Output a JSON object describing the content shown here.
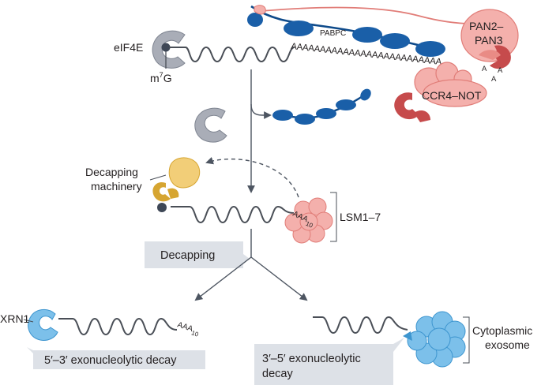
{
  "labels": {
    "eif4e": "eIF4E",
    "m7g_base": "m",
    "m7g_sup": "7",
    "m7g_end": "G",
    "pabpc": "PABPC",
    "poly_a_long": "AAAAAAAAAAAAAAAAAAAAAAAAAA",
    "pan2_pan3_line1": "PAN2–",
    "pan2_pan3_line2": "PAN3",
    "a_small_1": "A",
    "a_small_2": "A",
    "a_small_3": "A",
    "ccr4_not": "CCR4–NOT",
    "decapping_machinery_line1": "Decapping",
    "decapping_machinery_line2": "machinery",
    "lsm": "LSM1–7",
    "aaa_lsm": "AAA",
    "aaa_lsm_sub": "10",
    "decapping_callout": "Decapping",
    "xrn1": "XRN1",
    "aaa_xrn": "AAA",
    "aaa_xrn_sub": "10",
    "decay_53": "5′–3′ exonucleolytic decay",
    "decay_35_line1": "3′–5′ exonucleolytic",
    "decay_35_line2": "decay",
    "exosome_line1": "Cytoplasmic",
    "exosome_line2": "exosome"
  },
  "colors": {
    "rna": "#4a4f57",
    "arrow": "#4d5561",
    "grey_protein": "#a9adb7",
    "grey_protein_dark": "#7f8591",
    "cap_dot": "#3e4756",
    "pabpc": "#1a5fa8",
    "pabpc_dark": "#0e4a8a",
    "pink": "#f4b0ac",
    "pink_stroke": "#e17d78",
    "red_dark": "#c64b4c",
    "yellow": "#f2ce78",
    "yellow_dark": "#d6a531",
    "blue_light": "#7cc0ea",
    "blue_light_stroke": "#3d95cf",
    "callout": "#dde1e7"
  }
}
